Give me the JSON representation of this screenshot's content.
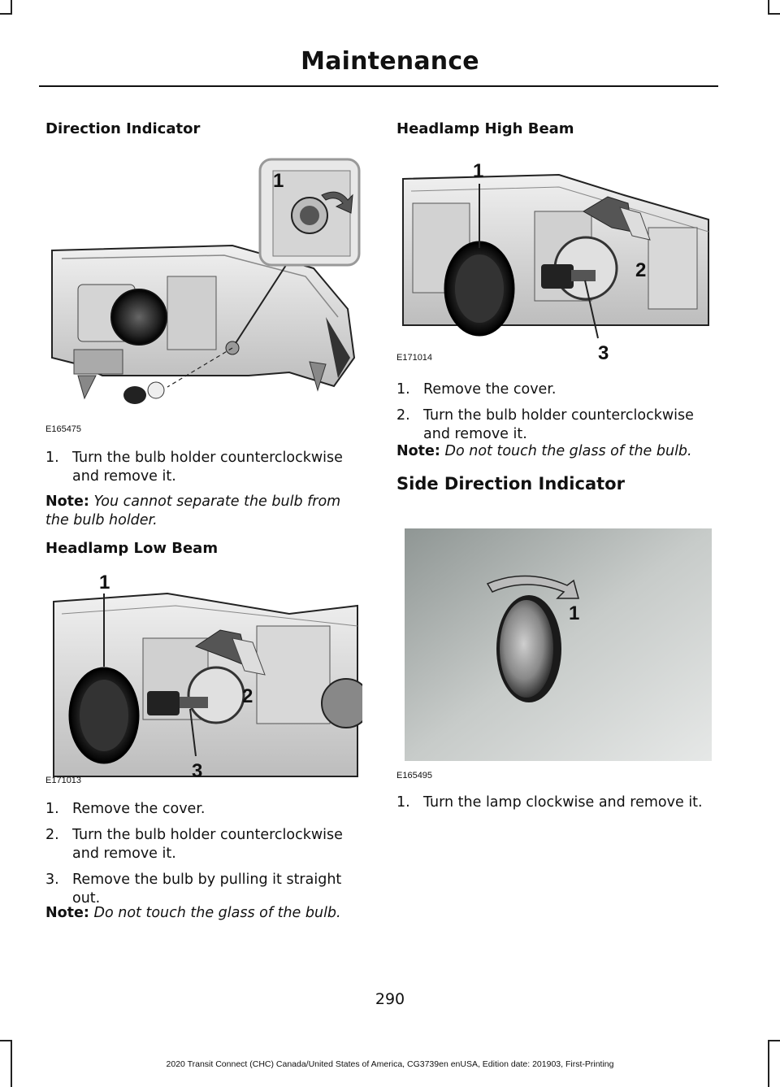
{
  "header": {
    "title": "Maintenance"
  },
  "sections": {
    "direction_indicator": {
      "heading": "Direction Indicator",
      "figure_id": "E165475",
      "callouts": [
        "1"
      ],
      "steps": [
        {
          "num": "1.",
          "text": "Turn the bulb holder counterclockwise and remove it."
        }
      ],
      "note": {
        "label": "Note:",
        "text": "You cannot separate the bulb from the bulb holder."
      }
    },
    "low_beam": {
      "heading": "Headlamp Low Beam",
      "figure_id": "E171013",
      "callouts": [
        "1",
        "2",
        "3"
      ],
      "steps": [
        {
          "num": "1.",
          "text": "Remove the cover."
        },
        {
          "num": "2.",
          "text": "Turn the bulb holder counterclockwise and remove it."
        },
        {
          "num": "3.",
          "text": "Remove the bulb by pulling it straight out."
        }
      ],
      "note": {
        "label": "Note:",
        "text": "Do not touch the glass of the bulb."
      }
    },
    "high_beam": {
      "heading": "Headlamp High Beam",
      "figure_id": "E171014",
      "callouts": [
        "1",
        "2",
        "3"
      ],
      "steps": [
        {
          "num": "1.",
          "text": "Remove the cover."
        },
        {
          "num": "2.",
          "text": "Turn the bulb holder counterclockwise and remove it."
        }
      ],
      "note": {
        "label": "Note:",
        "text": "Do not touch the glass of the bulb."
      }
    },
    "side_indicator": {
      "heading": "Side Direction Indicator",
      "figure_id": "E165495",
      "callouts": [
        "1"
      ],
      "steps": [
        {
          "num": "1.",
          "text": "Turn the lamp clockwise and remove it."
        }
      ]
    }
  },
  "page_number": "290",
  "footer": "2020 Transit Connect (CHC) Canada/United States of America, CG3739en enUSA, Edition date: 201903, First-Printing"
}
